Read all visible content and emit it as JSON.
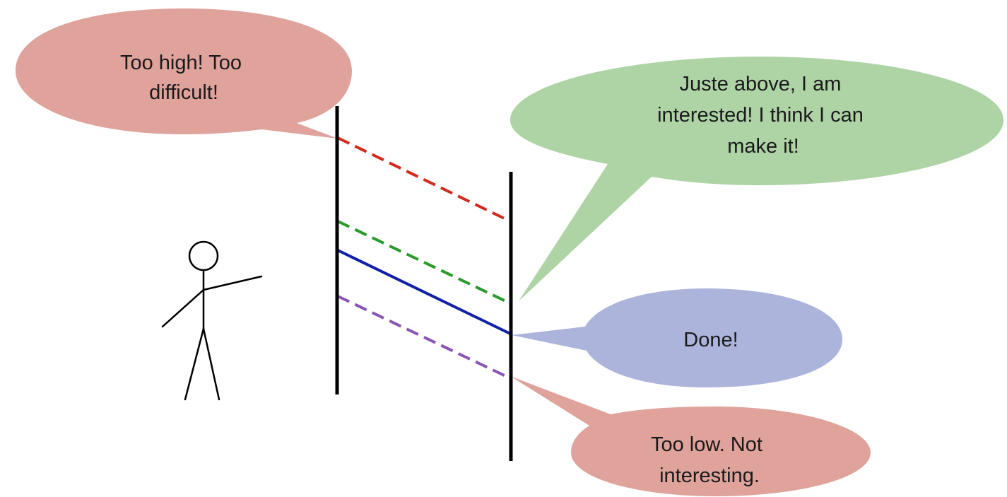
{
  "colors": {
    "bubble_too_high": "#dfa39c",
    "bubble_just_above": "#aed4a6",
    "bubble_done": "#adb4db",
    "bubble_too_low": "#dfa39c",
    "line_too_high": "#d42a1e",
    "line_just_above": "#2a9a2a",
    "line_done": "#1020a8",
    "line_too_low": "#8a55b4",
    "poles": "#000000",
    "figure": "#000000"
  },
  "bubbles": {
    "too_high": {
      "lines": [
        "Too high! Too",
        "difficult!"
      ]
    },
    "just_above": {
      "lines": [
        "Juste above, I am",
        "interested! I think I can",
        "make it!"
      ]
    },
    "done": {
      "lines": [
        "Done!"
      ]
    },
    "too_low": {
      "lines": [
        "Too low. Not",
        "interesting."
      ]
    }
  },
  "bars": [
    {
      "name": "too-high",
      "style": "dashed",
      "color_key": "line_too_high"
    },
    {
      "name": "just-above",
      "style": "dashed",
      "color_key": "line_just_above"
    },
    {
      "name": "done",
      "style": "solid",
      "color_key": "line_done"
    },
    {
      "name": "too-low",
      "style": "dashed",
      "color_key": "line_too_low"
    }
  ]
}
